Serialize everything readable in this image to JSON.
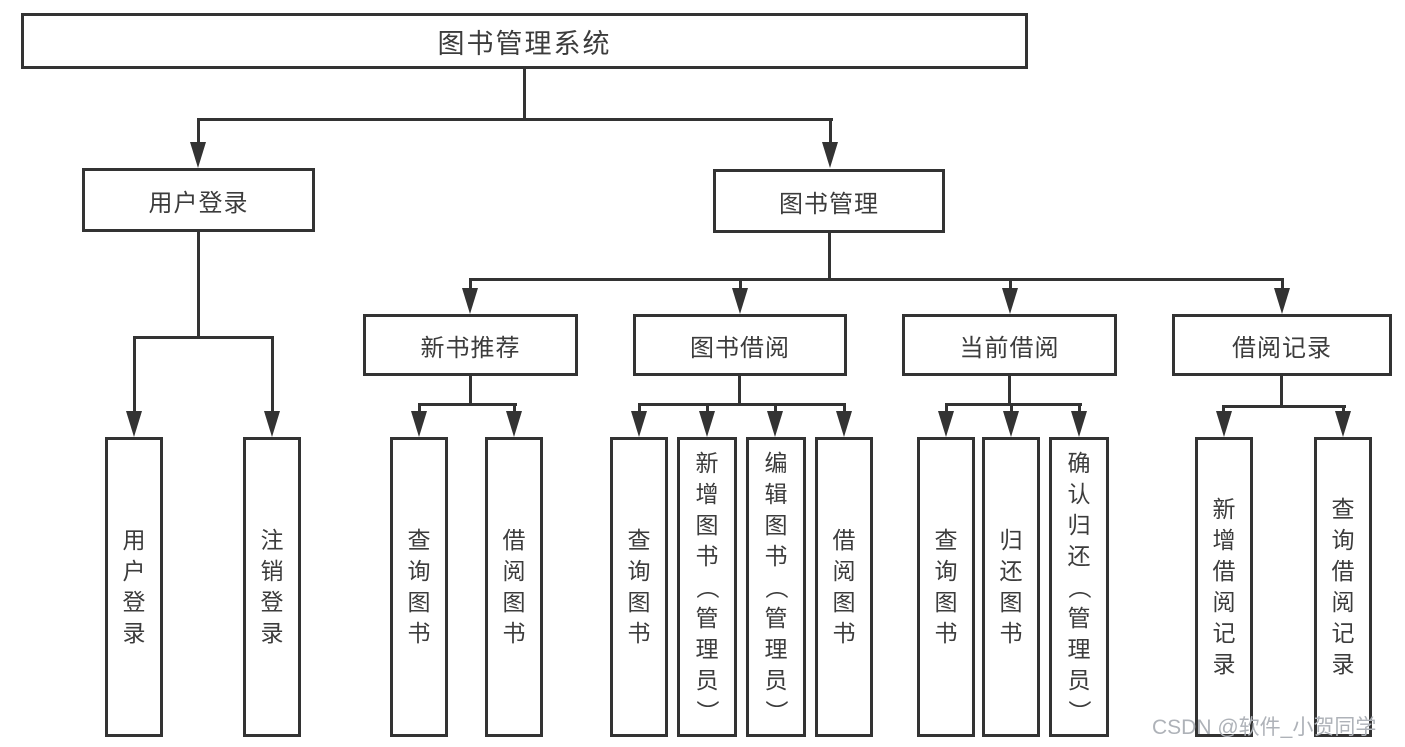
{
  "diagram": {
    "root": {
      "label": "图书管理系统"
    },
    "level2": [
      {
        "label": "用户登录"
      },
      {
        "label": "图书管理"
      }
    ],
    "level3": [
      {
        "label": "新书推荐"
      },
      {
        "label": "图书借阅"
      },
      {
        "label": "当前借阅"
      },
      {
        "label": "借阅记录"
      }
    ],
    "leaves": [
      {
        "label": "用户登录"
      },
      {
        "label": "注销登录"
      },
      {
        "label": "查询图书"
      },
      {
        "label": "借阅图书"
      },
      {
        "label": "查询图书"
      },
      {
        "label": "新增图书（管理员）"
      },
      {
        "label": "编辑图书（管理员）"
      },
      {
        "label": "借阅图书"
      },
      {
        "label": "查询图书"
      },
      {
        "label": "归还图书"
      },
      {
        "label": "确认归还（管理员）"
      },
      {
        "label": "新增借阅记录"
      },
      {
        "label": "查询借阅记录"
      }
    ]
  },
  "watermark": {
    "text": "CSDN @软件_小贺同学"
  },
  "colors": {
    "line": "#333333",
    "text": "#3c3c3c",
    "watermark": "#aeb2b8",
    "background": "#ffffff"
  }
}
